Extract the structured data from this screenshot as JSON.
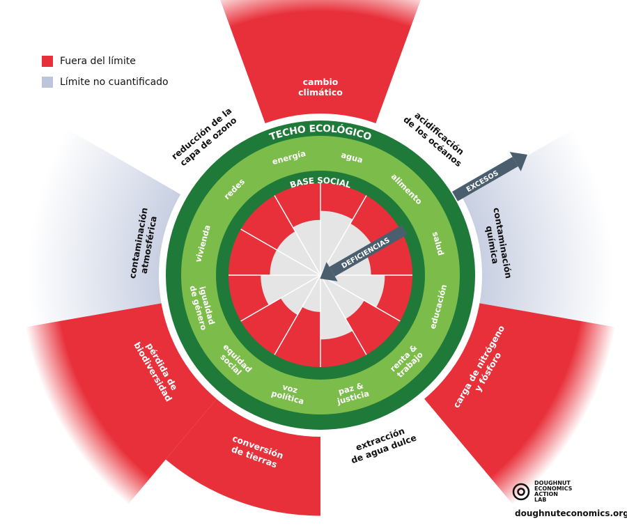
{
  "legend": {
    "overshoot_label": "Fuera del límite",
    "unquantified_label": "Límite no cuantificado"
  },
  "rings": {
    "ceiling": "TECHO ECOLÓGICO",
    "foundation": "BASE SOCIAL",
    "overshoot_arrow": "EXCESOS",
    "shortfall_arrow": "DEFICIENCIAS"
  },
  "ecological": [
    {
      "key": "climate",
      "lines": [
        "cambio",
        "climático"
      ],
      "status": "overshoot",
      "overshoot": 1.0
    },
    {
      "key": "ocean",
      "lines": [
        "acidificación",
        "de los océanos"
      ],
      "status": "ok",
      "overshoot": 0
    },
    {
      "key": "chemical",
      "lines": [
        "contaminación",
        "química"
      ],
      "status": "unquantified",
      "overshoot": 0
    },
    {
      "key": "nitrogen",
      "lines": [
        "carga de nitrógeno",
        "y fósforo"
      ],
      "status": "overshoot",
      "overshoot": 1.0
    },
    {
      "key": "freshwater",
      "lines": [
        "extracción",
        "de agua dulce"
      ],
      "status": "ok",
      "overshoot": 0
    },
    {
      "key": "land",
      "lines": [
        "conversión",
        "de tierras"
      ],
      "status": "overshoot",
      "overshoot": 0.55
    },
    {
      "key": "biodiversity",
      "lines": [
        "pérdida de",
        "biodiversidad"
      ],
      "status": "overshoot",
      "overshoot": 1.0
    },
    {
      "key": "air",
      "lines": [
        "contaminación",
        "atmosférica"
      ],
      "status": "unquantified",
      "overshoot": 0
    },
    {
      "key": "ozone",
      "lines": [
        "reducción de la",
        "capa de ozono"
      ],
      "status": "ok",
      "overshoot": 0
    }
  ],
  "social": [
    {
      "key": "water",
      "label": "agua",
      "shortfall": 0.3
    },
    {
      "key": "food",
      "label": "alimento",
      "shortfall": 0.35
    },
    {
      "key": "health",
      "label": "salud",
      "shortfall": 0.45
    },
    {
      "key": "education",
      "label": "educación",
      "shortfall": 0.3
    },
    {
      "key": "income",
      "label": [
        "renta &",
        "trabajo"
      ],
      "shortfall": 0.45
    },
    {
      "key": "peace",
      "label": [
        "paz &",
        "justicia"
      ],
      "shortfall": 0.3
    },
    {
      "key": "voice",
      "label": [
        "voz",
        "política"
      ],
      "shortfall": 0.6
    },
    {
      "key": "equity",
      "label": [
        "equidad",
        "social"
      ],
      "shortfall": 0.5
    },
    {
      "key": "gender",
      "label": [
        "igualdad",
        "de género"
      ],
      "shortfall": 0.35
    },
    {
      "key": "housing",
      "label": "vivienda",
      "shortfall": 0.45
    },
    {
      "key": "networks",
      "label": "redes",
      "shortfall": 0.45
    },
    {
      "key": "energy",
      "label": "energía",
      "shortfall": 0.4
    }
  ],
  "brand": {
    "name_lines": [
      "DOUGHNUT",
      "ECONOMICS",
      "ACTION",
      "LAB"
    ],
    "url": "doughnuteconomics.org"
  },
  "colors": {
    "overshoot": "#e8303a",
    "unquantified": "#bcc5db",
    "dark_green": "#1f7a3a",
    "light_green": "#7cbc4a",
    "arrow": "#4a5e6e",
    "shortfall_bg": "#e5e5e5"
  }
}
